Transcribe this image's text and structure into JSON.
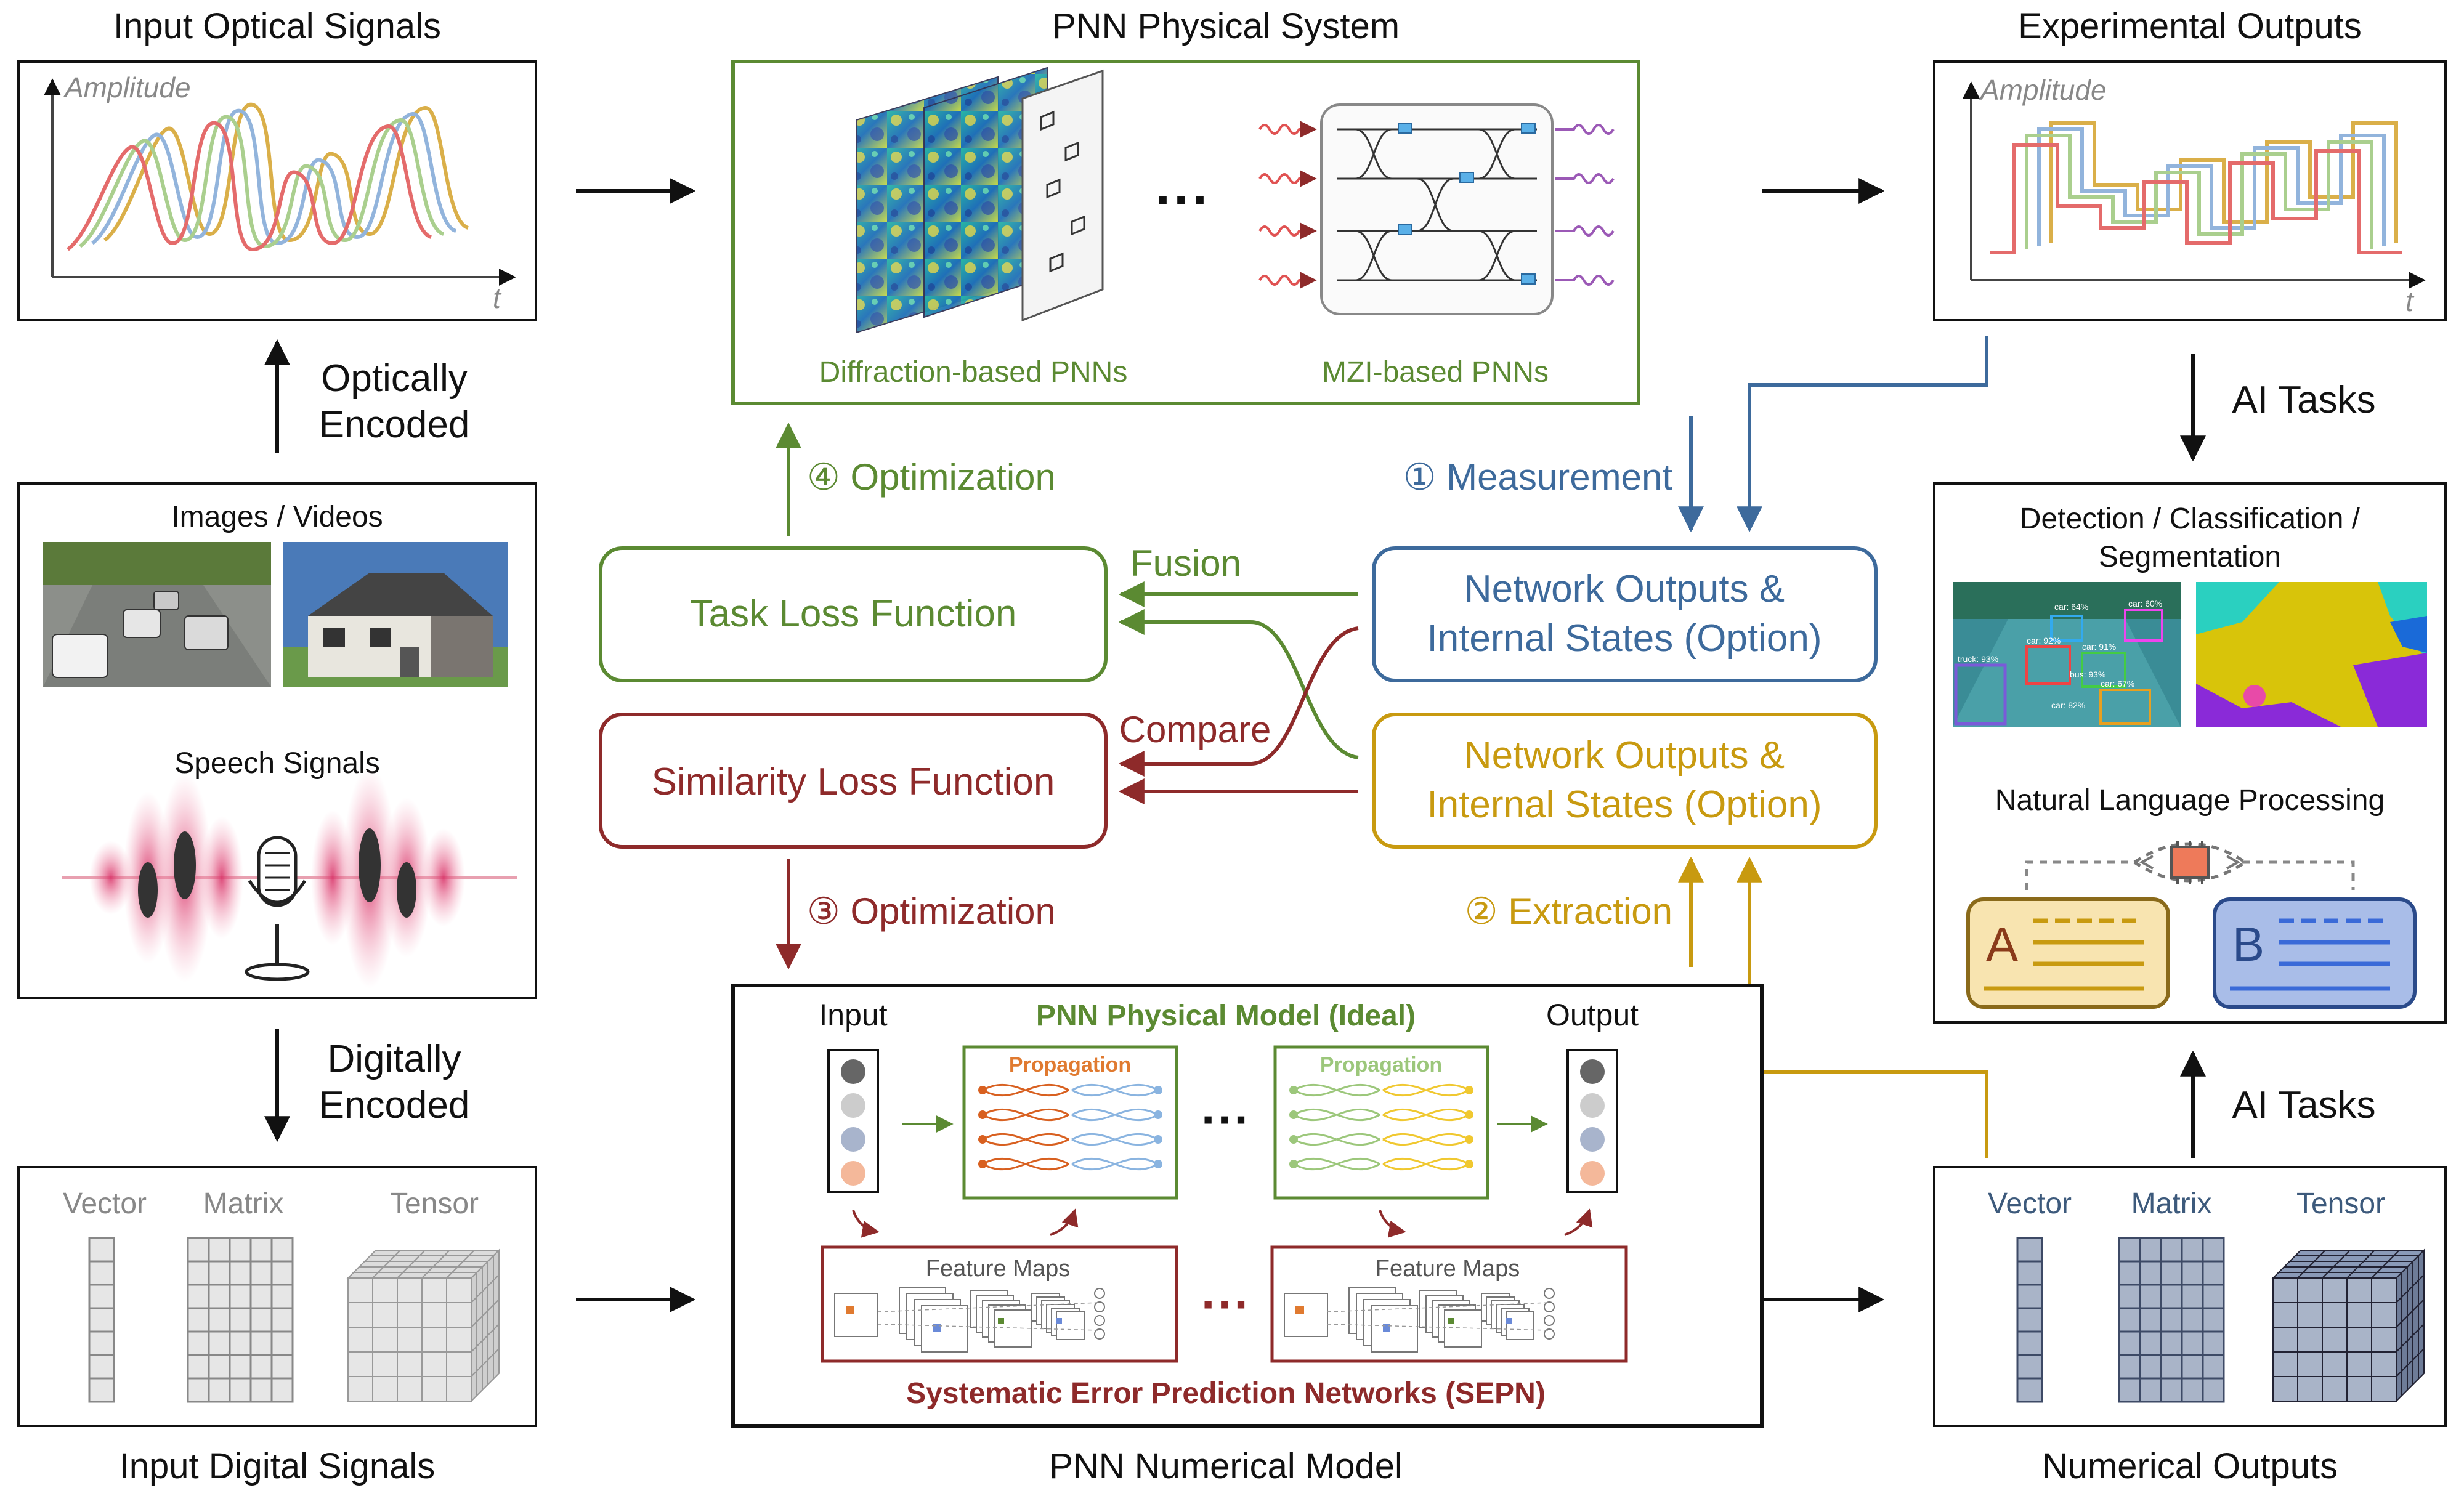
{
  "sections": {
    "input_optical": {
      "title": "Input Optical Signals",
      "y_label": "Amplitude",
      "x_label": "t"
    },
    "physical_system": {
      "title": "PNN Physical System",
      "diffraction_label": "Diffraction-based PNNs",
      "ellipsis": "···",
      "mzi_label": "MZI-based PNNs"
    },
    "experimental_outputs": {
      "title": "Experimental Outputs",
      "y_label": "Amplitude",
      "x_label": "t"
    },
    "encode_optical": {
      "line1": "Optically",
      "line2": "Encoded"
    },
    "encode_digital": {
      "line1": "Digitally",
      "line2": "Encoded"
    },
    "ai_tasks_top": "AI Tasks",
    "ai_tasks_bottom": "AI Tasks",
    "media": {
      "images_title": "Images / Videos",
      "speech_title": "Speech Signals"
    },
    "input_digital": {
      "title": "Input Digital Signals",
      "vector": "Vector",
      "matrix": "Matrix",
      "tensor": "Tensor"
    },
    "numerical_outputs": {
      "title": "Numerical Outputs",
      "vector": "Vector",
      "matrix": "Matrix",
      "tensor": "Tensor"
    },
    "tasks": {
      "detect_line1": "Detection / Classification /",
      "detect_line2": "Segmentation",
      "nlp_title": "Natural Language Processing",
      "doc_a": "A",
      "doc_b": "B"
    },
    "detection_labels": [
      "car: 64%",
      "car: 92%",
      "car: 91%",
      "bus: 93%",
      "car: 60%",
      "car: 67%",
      "truck: 93%",
      "car: 82%"
    ],
    "loop": {
      "optimization4": "④ Optimization",
      "measurement1": "① Measurement",
      "optimization3": "③ Optimization",
      "extraction2": "② Extraction",
      "fusion": "Fusion",
      "compare": "Compare"
    },
    "loss": {
      "task": "Task Loss Function",
      "similarity": "Similarity Loss Function"
    },
    "network_blue": {
      "line1": "Network Outputs &",
      "line2": "Internal States (Option)"
    },
    "network_gold": {
      "line1": "Network Outputs &",
      "line2": "Internal States (Option)"
    },
    "numerical_model": {
      "title": "PNN Numerical Model",
      "input": "Input",
      "output": "Output",
      "physical_model": "PNN Physical Model (Ideal)",
      "propagation_1": "Propagation",
      "propagation_2": "Propagation",
      "ellipsis_1": "···",
      "ellipsis_2": "···",
      "feature_maps_1": "Feature Maps",
      "feature_maps_2": "Feature Maps",
      "sepn": "Systematic Error Prediction Networks (SEPN)"
    }
  },
  "colors": {
    "green": "#5b8a32",
    "blue": "#3d6a9c",
    "gold": "#c89a10",
    "red": "#8e2a2a",
    "gray": "#888888",
    "black": "#111111"
  },
  "icons": [
    "microphone-icon",
    "chip-icon",
    "document-icon"
  ]
}
